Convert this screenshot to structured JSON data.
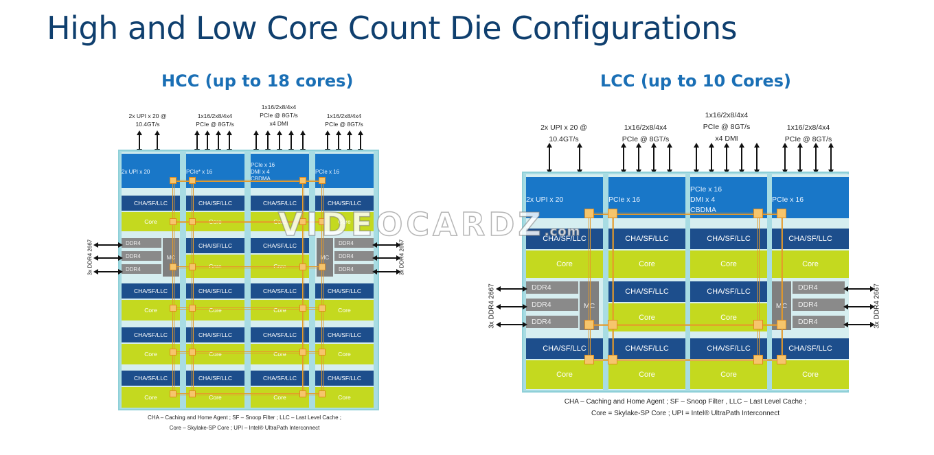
{
  "slide_title": "High and Low Core Count Die Configurations",
  "hcc": {
    "title": "HCC (up to 18 cores)",
    "io_labels": [
      {
        "lines": [
          "2x UPI x 20 @",
          "10.4GT/s"
        ]
      },
      {
        "lines": [
          "1x16/2x8/4x4",
          "PCIe @ 8GT/s"
        ]
      },
      {
        "lines": [
          "1x16/2x8/4x4",
          "PCIe @ 8GT/s",
          "x4 DMI"
        ]
      },
      {
        "lines": [
          "1x16/2x8/4x4",
          "PCIe @ 8GT/s"
        ]
      }
    ],
    "top_blocks": [
      {
        "lines": [
          "2x UPI x 20"
        ]
      },
      {
        "lines": [
          "PCIe* x 16"
        ]
      },
      {
        "lines": [
          "PCIe x 16",
          "DMI x 4",
          "CBDMA"
        ]
      },
      {
        "lines": [
          "PCIe x 16"
        ]
      }
    ],
    "cha_label": "CHA/SF/LLC",
    "core_label": "Core",
    "ddr_label": "DDR4",
    "mc_label": "MC",
    "memory_side_label": "3x DDR4 2667",
    "legend": [
      "CHA – Caching and Home Agent  ;  SF – Snoop Filter  ;  LLC – Last Level Cache  ;",
      "Core – Skylake-SP Core ;  UPI – Intel® UltraPath Interconnect"
    ]
  },
  "lcc": {
    "title": "LCC (up to 10 Cores)",
    "io_labels": [
      {
        "lines": [
          "2x UPI x 20 @",
          "10.4GT/s"
        ]
      },
      {
        "lines": [
          "1x16/2x8/4x4",
          "PCIe @ 8GT/s"
        ]
      },
      {
        "lines": [
          "1x16/2x8/4x4",
          "PCIe @ 8GT/s",
          "x4 DMI"
        ]
      },
      {
        "lines": [
          "1x16/2x8/4x4",
          "PCIe @ 8GT/s"
        ]
      }
    ],
    "top_blocks": [
      {
        "lines": [
          "2x UPI x 20"
        ]
      },
      {
        "lines": [
          "PCIe x 16"
        ]
      },
      {
        "lines": [
          "PCIe x 16",
          "DMI x 4",
          "CBDMA"
        ]
      },
      {
        "lines": [
          "PCIe x 16"
        ]
      }
    ],
    "cha_label": "CHA/SF/LLC",
    "core_label": "Core",
    "ddr_label": "DDR4",
    "mc_label": "MC",
    "memory_side_label": "3x DDR4 2667",
    "legend": [
      "CHA – Caching and Home Agent   ; SF – Snoop Filter  , LLC – Last Level Cache   ;",
      "Core = Skylake-SP Core ; UPI = Intel® UltraPath Interconnect"
    ]
  },
  "watermark": {
    "text": "VIDEOCARDZ",
    "suffix": ".com"
  }
}
